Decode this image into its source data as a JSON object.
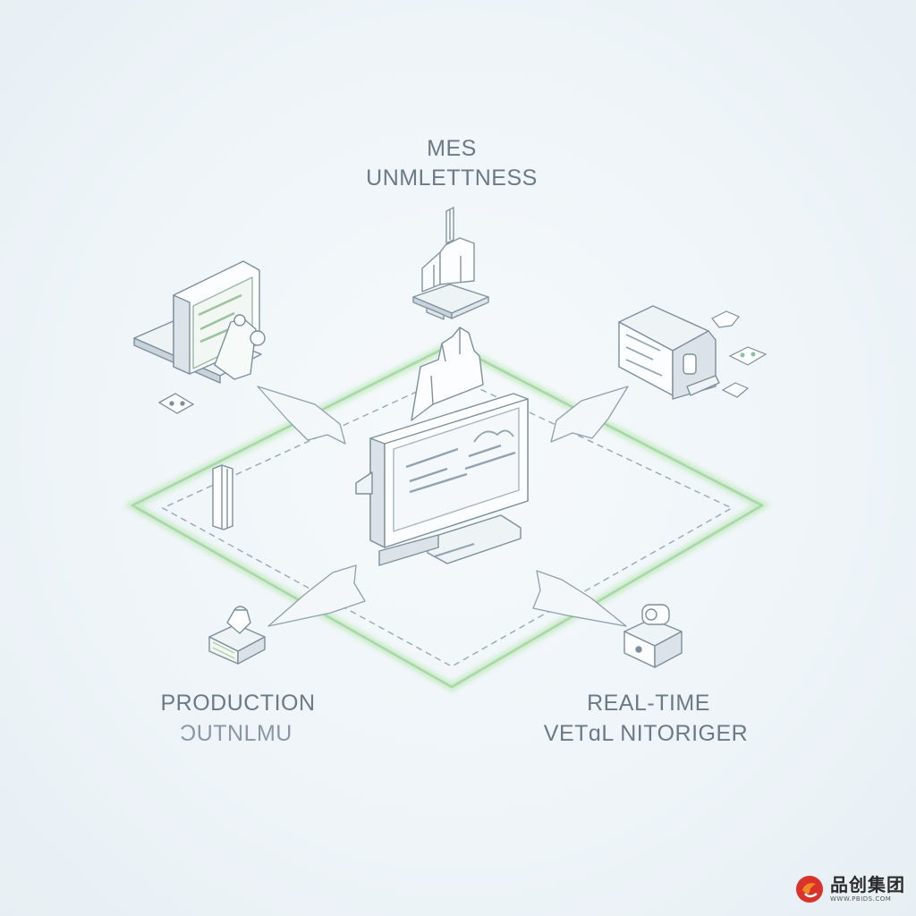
{
  "labels": {
    "top_line1": "MES",
    "top_line2": "UNMLETTNESS",
    "left_line1": "PRODUCTION",
    "left_line2": "ƆUTNLMU",
    "right_line1": "REAL-TIME",
    "right_line2": "VETɑL NITORIGER"
  },
  "watermark": {
    "name": "品创集团",
    "url": "WWW.PBIDS.COM"
  },
  "colors": {
    "line": "#8ea0ad",
    "green_glow": "#a9dfa6",
    "text": "#6b7a86",
    "brand_red": "#d9332b",
    "brand_orange": "#f08a24"
  },
  "icons": [
    "factory-stack-icon",
    "central-dashboard-monitor-icon",
    "workstation-terminal-icon",
    "server-machine-icon",
    "pallet-box-icon",
    "sensor-camera-icon"
  ]
}
